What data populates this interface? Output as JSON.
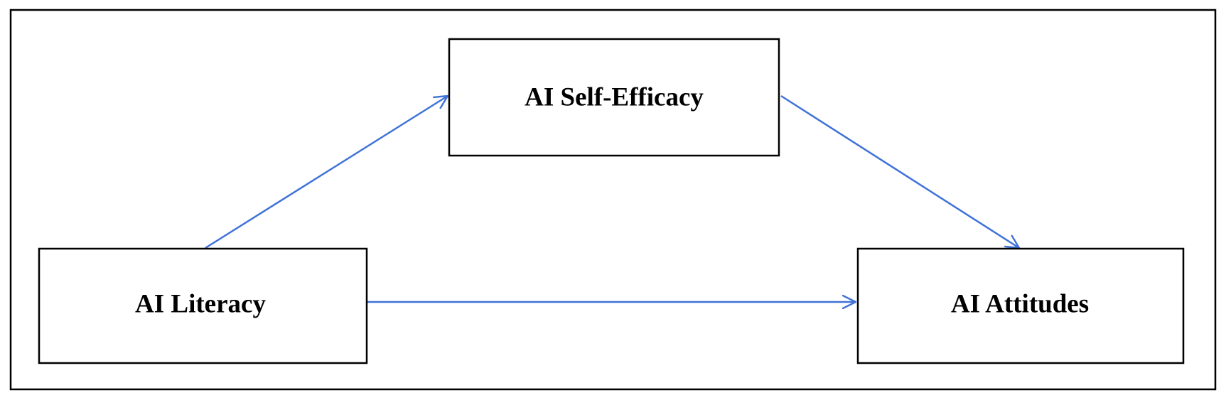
{
  "diagram": {
    "nodes": {
      "self_efficacy": {
        "label": "AI Self-Efficacy"
      },
      "literacy": {
        "label": "AI Literacy"
      },
      "attitudes": {
        "label": "AI Attitudes"
      }
    },
    "edges": [
      {
        "from": "literacy",
        "to": "self_efficacy"
      },
      {
        "from": "self_efficacy",
        "to": "attitudes"
      },
      {
        "from": "literacy",
        "to": "attitudes"
      }
    ]
  },
  "colors": {
    "arrow": "#3f72d8",
    "box_border": "#000000",
    "frame_border": "#000000",
    "background": "#ffffff"
  }
}
